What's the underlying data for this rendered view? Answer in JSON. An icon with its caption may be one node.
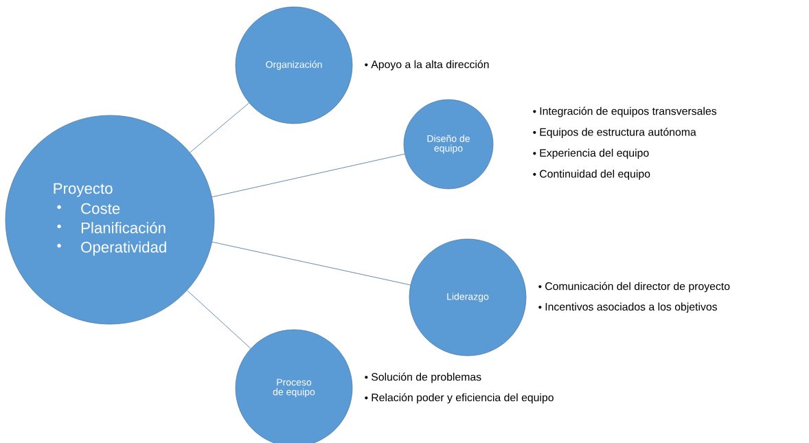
{
  "diagram": {
    "nodes": [
      {
        "text": [
          "Proyecto",
          "Coste",
          "Planificación",
          "Operatividad"
        ]
      },
      {
        "text": [
          "Organización"
        ],
        "beside": [
          "Apoyo a la alta dirección"
        ]
      },
      {
        "text": [
          "Diseño de equipo"
        ],
        "beside": [
          "Integración de equipos transversales",
          "Equipos de estructura autónoma",
          "Experiencia del equipo",
          "Continuidad del equipo"
        ]
      },
      {
        "text": [
          "Liderazgo"
        ],
        "beside": [
          "Comunicación del director de proyecto",
          "Incentivos asociados a los objetivos"
        ]
      },
      {
        "text": [
          "Proceso de equipo"
        ],
        "beside": [
          "Solución de problemas",
          "Relación poder y eficiencia del equipo"
        ]
      }
    ],
    "edges": [
      {
        "from": 0,
        "to": 1,
        "arrow": "none"
      },
      {
        "from": 0,
        "to": 2,
        "arrow": "none"
      },
      {
        "from": 0,
        "to": 3,
        "arrow": "none"
      },
      {
        "from": 0,
        "to": 4,
        "arrow": "none"
      }
    ]
  }
}
